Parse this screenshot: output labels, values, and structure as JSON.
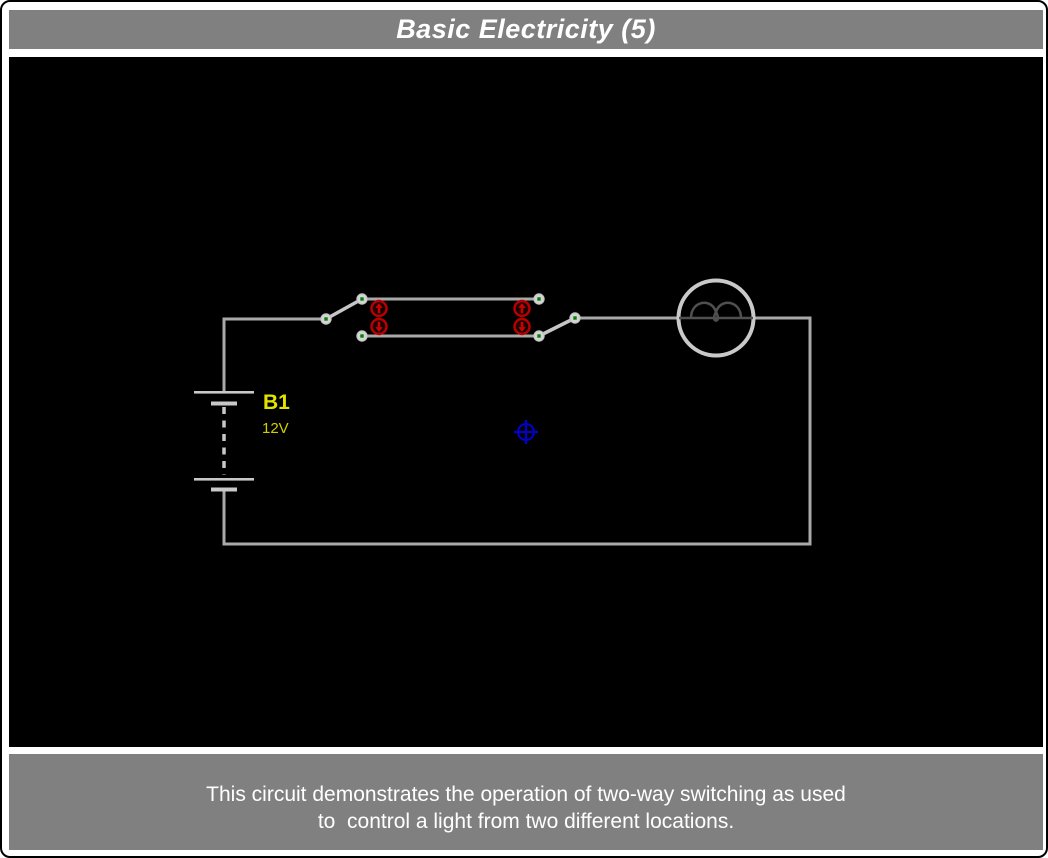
{
  "title_bar": {
    "label": "Basic Electricity (5)",
    "background": "#808080",
    "text_color": "#ffffff"
  },
  "canvas": {
    "background": "#000000"
  },
  "description_panel": {
    "background": "#808080",
    "text_color": "#ffffff",
    "lines": [
      "This circuit demonstrates the operation of two-way switching as used",
      "to  control a light from two different locations."
    ]
  },
  "circuit": {
    "battery": {
      "name": "B1",
      "voltage": "12V",
      "label_color": "#e3e300",
      "voltage_color": "#cfcf00"
    },
    "switch_left": {
      "type": "two-way-switch",
      "position": "up"
    },
    "switch_right": {
      "type": "two-way-switch",
      "position": "down"
    },
    "lamp": {
      "type": "filament-bulb",
      "state": "off"
    },
    "buttons": {
      "left_up": "up-arrow",
      "left_down": "down-arrow",
      "right_up": "up-arrow",
      "right_down": "down-arrow",
      "color": "#c00000"
    },
    "pointer": {
      "type": "crosshair",
      "color": "#0000d6"
    },
    "wire_color": "#a9a9a9",
    "component_color": "#c9c9c9",
    "terminal_fill": "#d4d4d4",
    "terminal_center": "#008000"
  }
}
